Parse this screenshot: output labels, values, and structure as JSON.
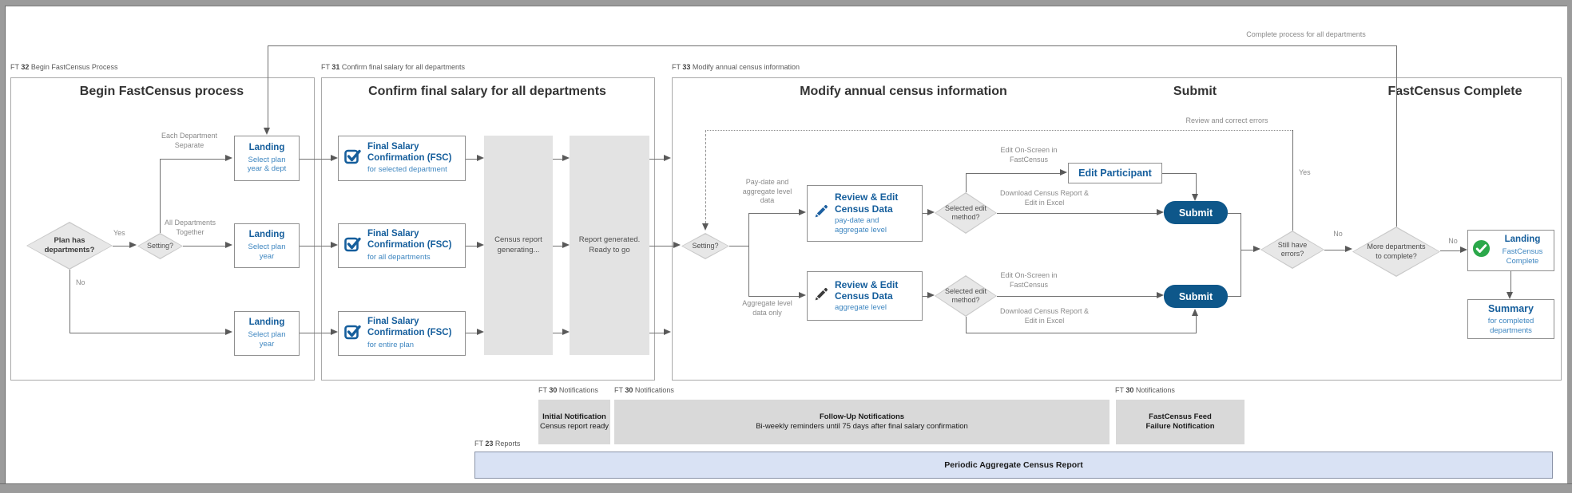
{
  "colors": {
    "accent_blue": "#155E9C",
    "light_blue": "#3E86C0",
    "button_blue": "#0E578A",
    "success_green": "#2BA84A",
    "diamond_fill": "#E7E7E7",
    "panel_gray": "#E3E3E3",
    "notification_gray": "#D9D9D9",
    "report_bar_blue": "#D9E2F4",
    "connector_gray": "#707070"
  },
  "tags": {
    "begin": {
      "prefix": "FT",
      "num": "32",
      "label": "Begin FastCensus Process"
    },
    "confirm": {
      "prefix": "FT",
      "num": "31",
      "label": "Confirm final salary for all departments"
    },
    "modify": {
      "prefix": "FT",
      "num": "33",
      "label": "Modify annual census information"
    },
    "notif1": {
      "prefix": "FT",
      "num": "30",
      "label": "Notifications"
    },
    "notif2": {
      "prefix": "FT",
      "num": "30",
      "label": "Notifications"
    },
    "notif3": {
      "prefix": "FT",
      "num": "30",
      "label": "Notifications"
    },
    "reports": {
      "prefix": "FT",
      "num": "23",
      "label": "Reports"
    }
  },
  "titles": {
    "begin": "Begin FastCensus process",
    "confirm": "Confirm final salary for all departments",
    "modify": "Modify annual census information",
    "submit": "Submit",
    "complete": "FastCensus Complete"
  },
  "decisions": {
    "plan_has_departments": "Plan has departments?",
    "setting_begin": "Setting?",
    "setting_modify": "Setting?",
    "edit_method_top": "Selected edit method?",
    "edit_method_bottom": "Selected edit method?",
    "still_have_errors": "Still have errors?",
    "more_departments": "More departments to complete?"
  },
  "nodes": {
    "landing_dept": {
      "title": "Landing",
      "subtitle": "Select plan year & dept"
    },
    "landing_year_all": {
      "title": "Landing",
      "subtitle": "Select plan year"
    },
    "landing_year_plan": {
      "title": "Landing",
      "subtitle": "Select plan year"
    },
    "fsc_selected": {
      "title": "Final Salary Confirmation (FSC)",
      "subtitle": "for selected department"
    },
    "fsc_all": {
      "title": "Final Salary Confirmation (FSC)",
      "subtitle": "for all departments"
    },
    "fsc_plan": {
      "title": "Final Salary Confirmation (FSC)",
      "subtitle": "for entire plan"
    },
    "census_generating": "Census report generating...",
    "report_ready": "Report generated. Ready to go",
    "review_paydate": {
      "title": "Review & Edit Census Data",
      "subtitle": "pay-date and aggregate level"
    },
    "review_aggregate": {
      "title": "Review & Edit Census Data",
      "subtitle": "aggregate level"
    },
    "edit_participant": "Edit Participant",
    "submit_top": "Submit",
    "submit_bottom": "Submit",
    "landing_complete": {
      "title": "Landing",
      "subtitle": "FastCensus Complete"
    },
    "summary": {
      "title": "Summary",
      "subtitle": "for completed departments"
    }
  },
  "labels": {
    "yes_departments": "Yes",
    "no_departments": "No",
    "each_department": "Each Department Separate",
    "all_departments": "All Departments Together",
    "paydate_data": "Pay-date and aggregate level data",
    "aggregate_only": "Aggregate level data only",
    "edit_onscreen_top": "Edit On-Screen in FastCensus",
    "download_top": "Download Census Report & Edit in Excel",
    "edit_onscreen_bottom": "Edit On-Screen in FastCensus",
    "download_bottom": "Download Census Report & Edit in Excel",
    "review_correct": "Review and correct errors",
    "yes_errors": "Yes",
    "no_errors": "No",
    "no_more_departments": "No",
    "complete_all": "Complete process for all departments"
  },
  "notifications": {
    "initial": {
      "title": "Initial Notification",
      "subtitle": "Census report ready"
    },
    "followup": {
      "title": "Follow-Up Notifications",
      "subtitle": "Bi-weekly reminders until 75 days after final salary confirmation"
    },
    "feed_failure": {
      "title": "FastCensus Feed Failure Notification"
    }
  },
  "report_bar": "Periodic Aggregate Census Report"
}
